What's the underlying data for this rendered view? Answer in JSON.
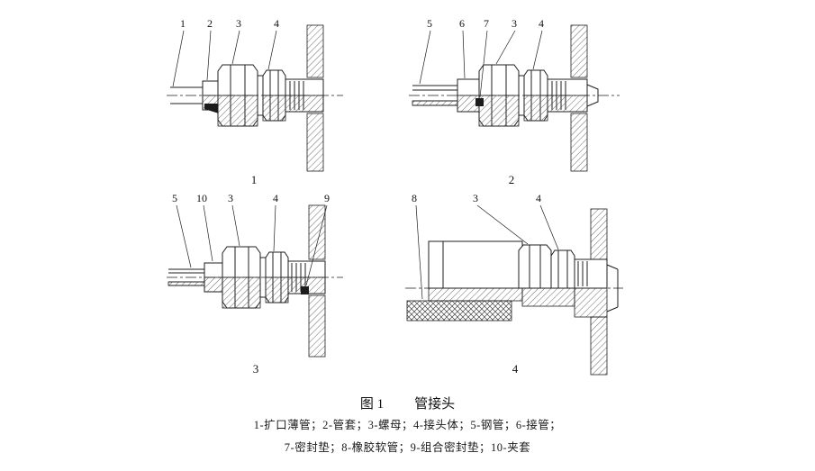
{
  "caption": {
    "figure_label": "图 1",
    "figure_title": "管接头"
  },
  "legend": {
    "line1": "1-扩口薄管；2-管套；3-螺母；4-接头体；5-钢管；6-接管；",
    "line2": "7-密封垫；8-橡胶软管；9-组合密封垫；10-夹套"
  },
  "figures": [
    {
      "number": "1",
      "callouts": [
        "1",
        "2",
        "3",
        "4"
      ]
    },
    {
      "number": "2",
      "callouts": [
        "5",
        "6",
        "7",
        "3",
        "4"
      ]
    },
    {
      "number": "3",
      "callouts": [
        "5",
        "10",
        "3",
        "4",
        "9"
      ]
    },
    {
      "number": "4",
      "callouts": [
        "8",
        "3",
        "4"
      ]
    }
  ]
}
